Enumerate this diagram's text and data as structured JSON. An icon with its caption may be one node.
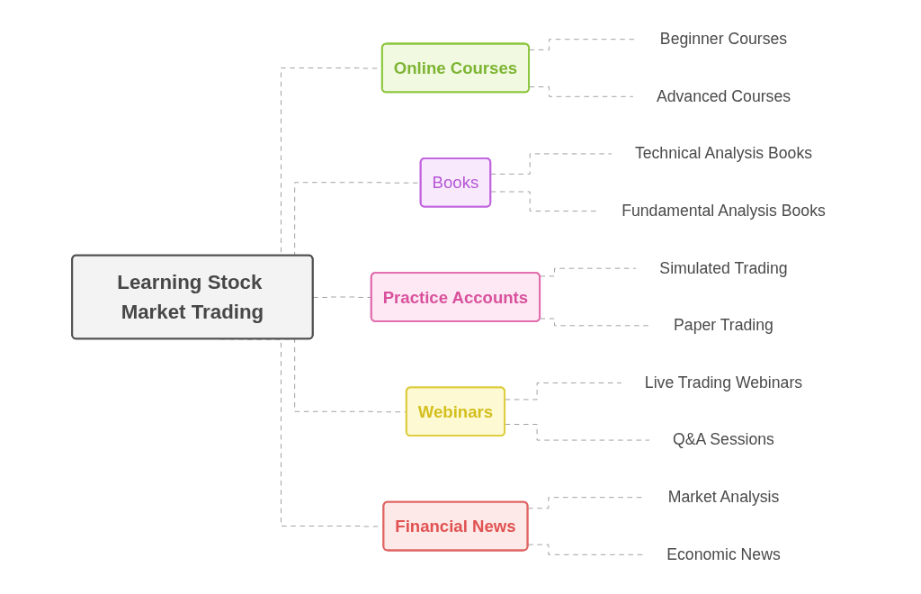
{
  "diagram": {
    "nodes": [
      {
        "text": [
          "Learning Stock Market Trading"
        ]
      },
      {
        "text": [
          "Online Courses"
        ]
      },
      {
        "text": [
          "Beginner Courses"
        ]
      },
      {
        "text": [
          "Advanced Courses"
        ]
      },
      {
        "text": [
          "Books"
        ]
      },
      {
        "text": [
          "Technical Analysis Books"
        ]
      },
      {
        "text": [
          "Fundamental Analysis Books"
        ]
      },
      {
        "text": [
          "Practice Accounts"
        ]
      },
      {
        "text": [
          "Simulated Trading"
        ]
      },
      {
        "text": [
          "Paper Trading"
        ]
      },
      {
        "text": [
          "Webinars"
        ]
      },
      {
        "text": [
          "Live Trading Webinars"
        ]
      },
      {
        "text": [
          "Q&A Sessions"
        ]
      },
      {
        "text": [
          "Financial News"
        ]
      },
      {
        "text": [
          "Market Analysis"
        ]
      },
      {
        "text": [
          "Economic News"
        ]
      }
    ],
    "edges": [
      {
        "from": 0,
        "to": 1,
        "arrow": "none",
        "style": "dashed"
      },
      {
        "from": 1,
        "to": 2,
        "arrow": "none",
        "style": "dashed"
      },
      {
        "from": 1,
        "to": 3,
        "arrow": "none",
        "style": "dashed"
      },
      {
        "from": 0,
        "to": 4,
        "arrow": "none",
        "style": "dashed"
      },
      {
        "from": 4,
        "to": 5,
        "arrow": "none",
        "style": "dashed"
      },
      {
        "from": 4,
        "to": 6,
        "arrow": "none",
        "style": "dashed"
      },
      {
        "from": 0,
        "to": 7,
        "arrow": "none",
        "style": "dashed"
      },
      {
        "from": 7,
        "to": 8,
        "arrow": "none",
        "style": "dashed"
      },
      {
        "from": 7,
        "to": 9,
        "arrow": "none",
        "style": "dashed"
      },
      {
        "from": 0,
        "to": 10,
        "arrow": "none",
        "style": "dashed"
      },
      {
        "from": 10,
        "to": 11,
        "arrow": "none",
        "style": "dashed"
      },
      {
        "from": 10,
        "to": 12,
        "arrow": "none",
        "style": "dashed"
      },
      {
        "from": 0,
        "to": 13,
        "arrow": "none",
        "style": "dashed"
      },
      {
        "from": 13,
        "to": 14,
        "arrow": "none",
        "style": "dashed"
      },
      {
        "from": 13,
        "to": 15,
        "arrow": "none",
        "style": "dashed"
      }
    ]
  }
}
